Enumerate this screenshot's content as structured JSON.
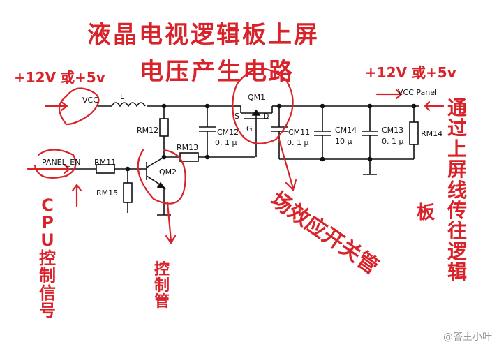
{
  "title": {
    "line1": "液晶电视逻辑板上屏",
    "line2": "电压产生电路"
  },
  "annotations": {
    "left_voltage": "+12V 或+5v",
    "right_voltage": "+12V 或+5v",
    "cpu_signal": [
      "C",
      "P",
      "U",
      "控",
      "制",
      "信",
      "号"
    ],
    "control_tube": [
      "控",
      "制",
      "管"
    ],
    "switch": "场效应开关管",
    "rail_line": [
      "通",
      "过",
      "上",
      "屏",
      "线",
      "传",
      "往",
      "逻",
      "辑"
    ],
    "rail_board": [
      "板"
    ]
  },
  "components": {
    "vcc_left": "VCC",
    "vcc_right": "VCC Panel",
    "inductor": "L",
    "panel_en": "PANEL_EN",
    "rm11": "RM11",
    "rm12": "RM12",
    "rm13": "RM13",
    "rm14": "RM14",
    "rm15": "RM15",
    "qm1": "QM1",
    "qm2": "QM2",
    "s": "S",
    "d": "D",
    "g": "G",
    "cm12": "CM12",
    "cm12_val": "0. 1 μ",
    "cm11": "CM11",
    "cm11_val": "0. 1 μ",
    "cm14": "CM14",
    "cm14_val": "10 μ",
    "cm13": "CM13",
    "cm13_val": "0. 1 μ"
  },
  "watermark": "@答主小叶",
  "colors": {
    "ink": "#111111",
    "annotation": "#d8232a"
  }
}
